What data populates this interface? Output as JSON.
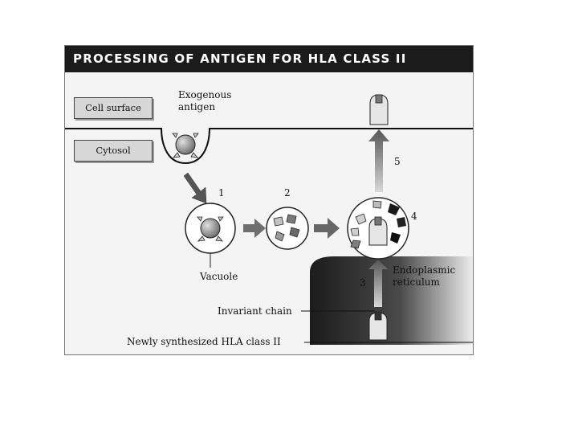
{
  "title": "PROCESSING OF ANTIGEN FOR HLA CLASS II",
  "boxes": {
    "cell_surface": "Cell surface",
    "cytosol": "Cytosol"
  },
  "labels": {
    "exogenous_line1": "Exogenous",
    "exogenous_line2": "antigen",
    "vacuole": "Vacuole",
    "er_line1": "Endoplasmic",
    "er_line2": "reticulum",
    "invariant_chain": "Invariant chain",
    "newly_synthesized": "Newly synthesized  HLA class II"
  },
  "steps": [
    "1",
    "2",
    "3",
    "4",
    "5"
  ]
}
